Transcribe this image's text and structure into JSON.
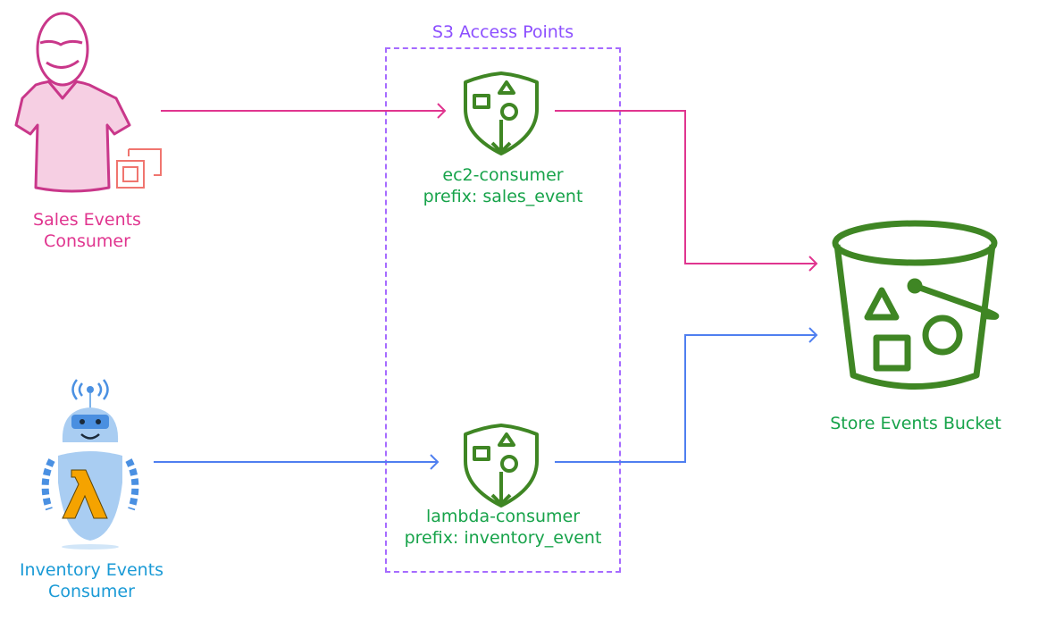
{
  "diagram": {
    "group": {
      "title": "S3 Access Points"
    },
    "consumers": [
      {
        "id": "sales",
        "line1": "Sales Events",
        "line2": "Consumer",
        "icon": "person-with-ec2-icon"
      },
      {
        "id": "inventory",
        "line1": "Inventory Events",
        "line2": "Consumer",
        "icon": "robot-with-lambda-icon"
      }
    ],
    "access_points": [
      {
        "name": "ec2-consumer",
        "prefix": "prefix: sales_event",
        "icon": "s3-access-point-icon"
      },
      {
        "name": "lambda-consumer",
        "prefix": "prefix: inventory_event",
        "icon": "s3-access-point-icon"
      }
    ],
    "bucket": {
      "label": "Store Events Bucket",
      "icon": "s3-bucket-icon"
    },
    "colors": {
      "sales_flow": "#e0358f",
      "inventory_flow": "#4f7ff0",
      "aws_green": "#3f8624",
      "text_green": "#17a34a",
      "group_border": "#a66bff"
    }
  }
}
